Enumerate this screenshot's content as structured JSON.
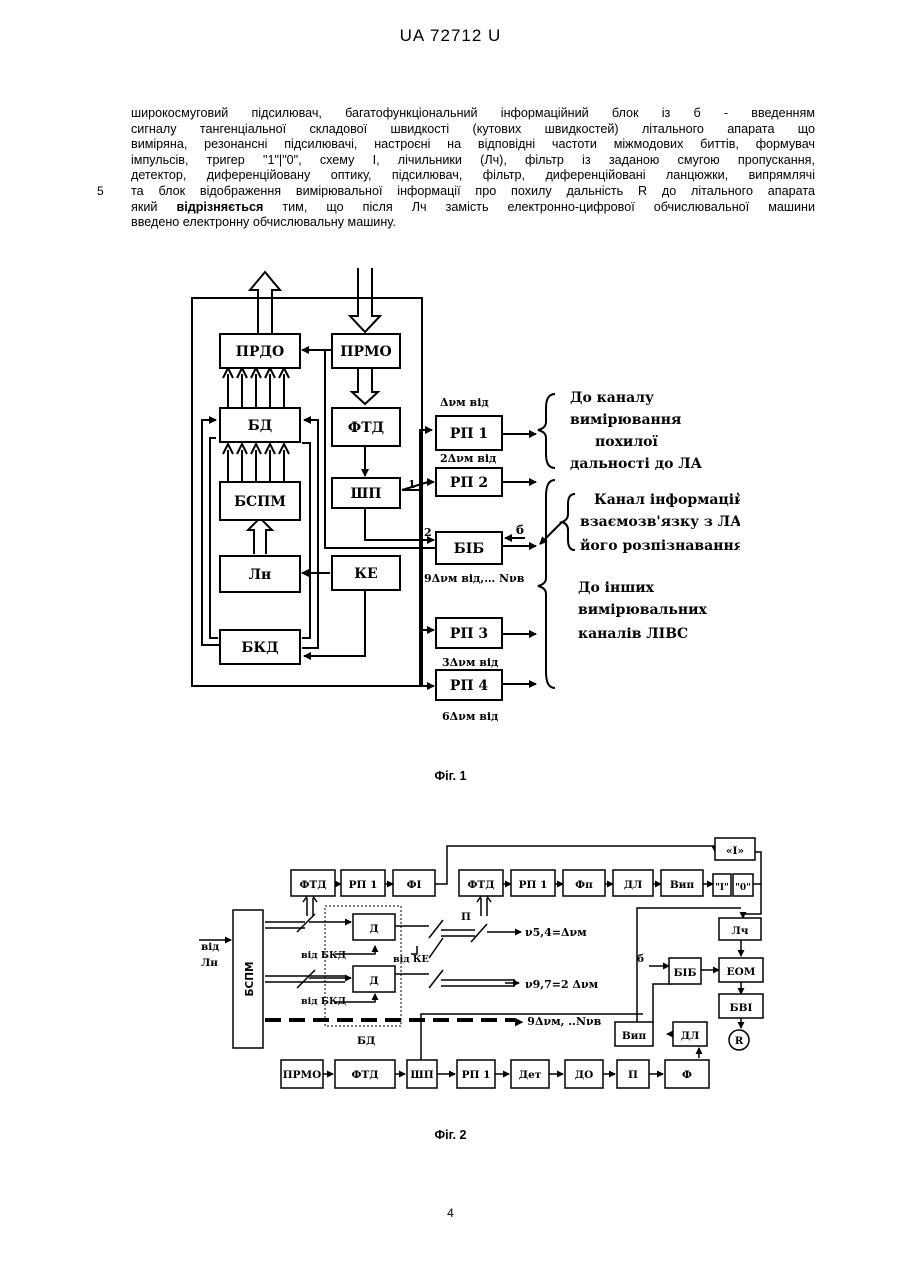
{
  "header": "UA   72712   U",
  "line_number": "5",
  "paragraph_lines": [
    "широкосмуговий підсилювач, багатофункціональний інформаційний блок із б - введенням",
    "сигналу тангенціальної складової швидкості (кутових швидкостей) літального апарата що",
    "виміряна, резонансні підсилювачі, настроєні на відповідні частоти міжмодових биттів, формувач",
    "імпульсів, тригер \"1\"|\"0\", схему І, лічильники (Лч), фільтр із заданою смугою пропускання,",
    "детектор, диференційовану оптику, підсилювач, фільтр, диференційовані ланцюжки, випрямлячі",
    "та блок відображення вимірювальної інформації про похилу дальність R до літального апарата"
  ],
  "paragraph_last": {
    "pre": "який ",
    "bold": "відрізняється",
    "post": " тим, що після Лч замість електронно-цифрової обчислювальної машини",
    "final": "введено електронну обчислювальну машину."
  },
  "fig1": {
    "caption": "Фіг. 1",
    "blocks": {
      "prdo": "ПРДО",
      "prmo": "ПРМО",
      "bd": "БД",
      "ftd": "ФТД",
      "bspm": "БСПМ",
      "shp": "ШП",
      "ln": "Лн",
      "ke": "КЕ",
      "bkd": "БКД",
      "bib": "БІБ",
      "rp1": "РП 1",
      "rp2": "РП 2",
      "rp3": "РП 3",
      "rp4": "РП 4"
    },
    "labels": {
      "dv_vid": "Δνм від",
      "two_dv": "2Δνм від",
      "nine_dv": "9Δνм від,… Nνв",
      "three_dv": "3Δνм від",
      "six_dv": "6Δνм від",
      "n1": "1",
      "n2": "2",
      "b": "б"
    },
    "notes": {
      "channel_range": [
        "До каналу",
        "вимірювання",
        "похилої",
        "дальності до ЛА"
      ],
      "channel_info": [
        "Канал інформаційного",
        "взаємозв'язку з ЛА та",
        "його розпізнавання"
      ],
      "channel_other": [
        "До інших",
        "вимірювальних",
        "каналів ЛІВС"
      ]
    }
  },
  "fig2": {
    "caption": "Фіг. 2",
    "blocks": {
      "ftd_a": "ФТД",
      "rp1_a": "РП 1",
      "fi": "ФІ",
      "ftd_b": "ФТД",
      "rp1_b": "РП 1",
      "fp": "Фп",
      "dl_a": "ДЛ",
      "vyp_a": "Вип",
      "one": "\"I\"",
      "zero": "\"0\"",
      "and_i": "«І»",
      "lch": "Лч",
      "bspm": "БСПМ",
      "d1": "Д",
      "d2": "Д",
      "bib": "БІБ",
      "eom": "ЕОМ",
      "bvi": "БВІ",
      "vyp_b": "Вип",
      "dl_b": "ДЛ",
      "r": "R",
      "prmo": "ПРМО",
      "ftd_c": "ФТД",
      "shp": "ШП",
      "rp1_c": "РП 1",
      "det": "Дет",
      "do": "ДО",
      "p": "П",
      "f": "Ф"
    },
    "labels": {
      "vid": "від",
      "ln": "Лн",
      "vid_bkd_1": "від БКД",
      "vid_bkd_2": "від БКД",
      "vid_ke": "від КЕ",
      "bd": "БД",
      "p_small": "П",
      "b": "б",
      "nu54": "ν5,4=Δνм",
      "nu97": "ν9,7=2 Δνм",
      "nine": "▶ 9Δνм, ..Nνв"
    }
  },
  "page_number": "4"
}
